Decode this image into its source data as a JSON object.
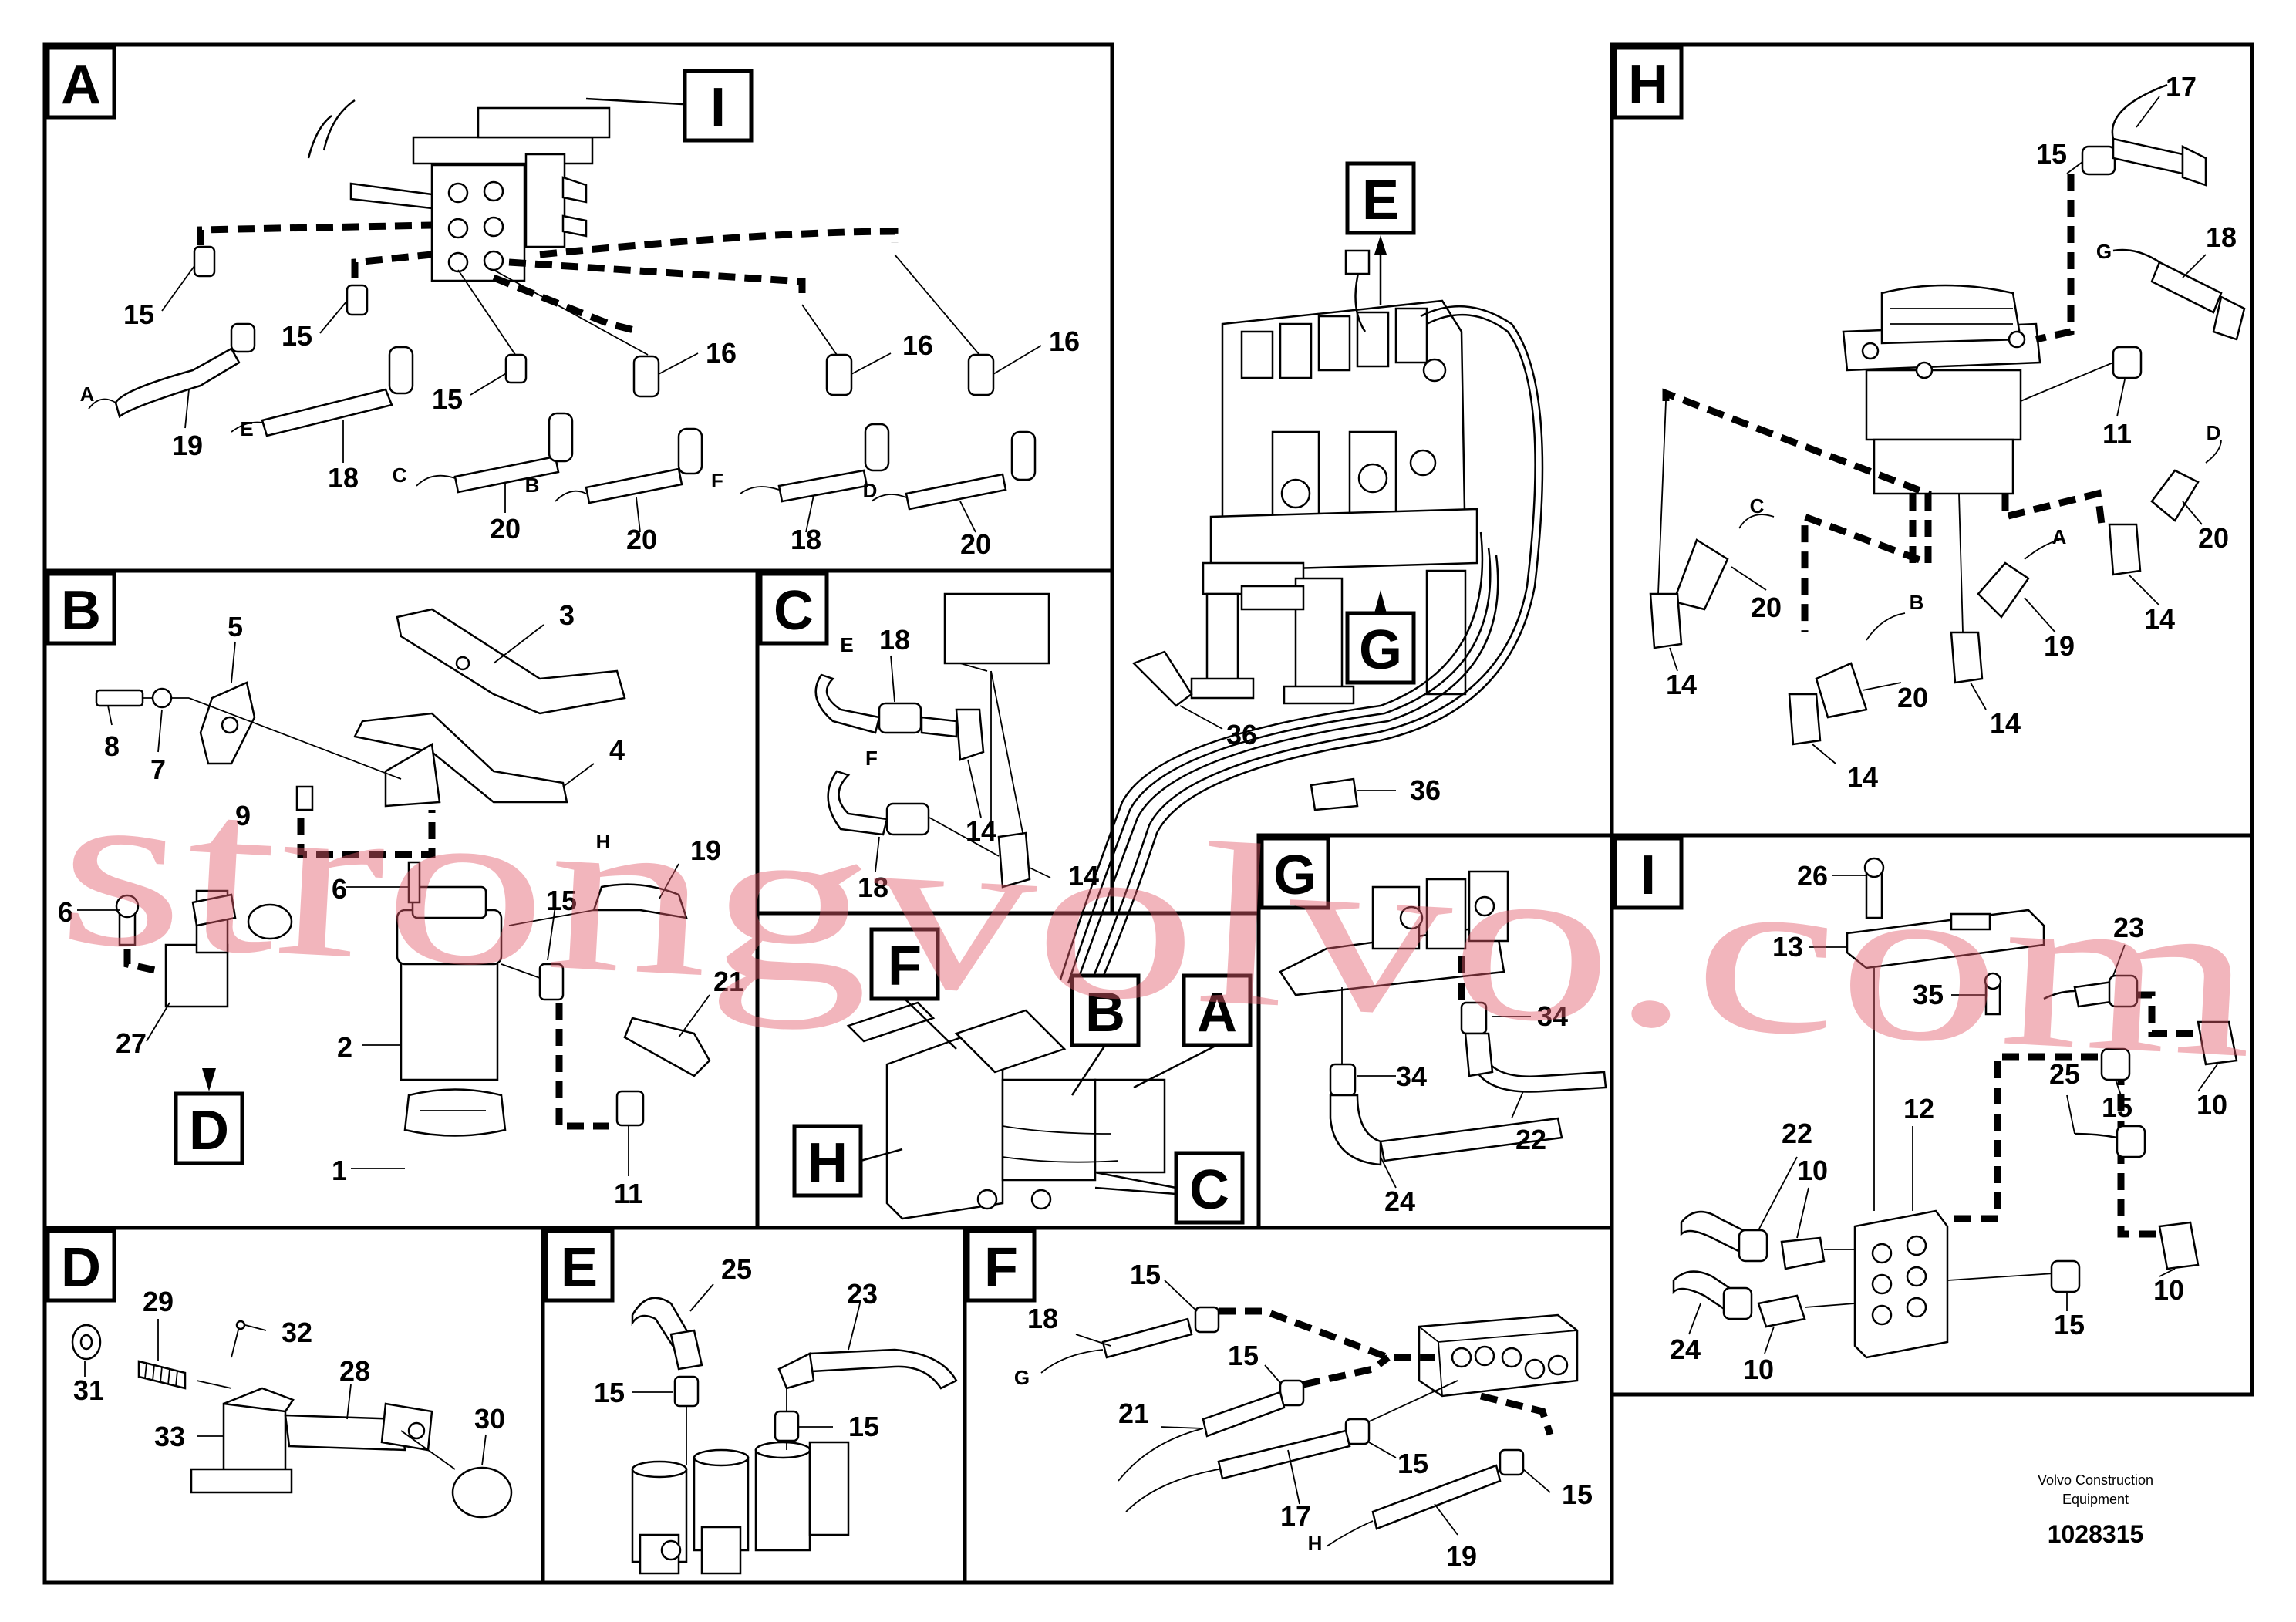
{
  "panels": {
    "A": {
      "tag": "A",
      "sub": "I",
      "labels": [
        "15",
        "15",
        "15",
        "16",
        "16",
        "16",
        "19",
        "18",
        "20",
        "20",
        "18",
        "20"
      ],
      "letters": [
        "A",
        "E",
        "C",
        "B",
        "F",
        "D"
      ]
    },
    "B": {
      "tag": "B",
      "sub": "D",
      "labels": [
        "5",
        "3",
        "4",
        "8",
        "7",
        "9",
        "6",
        "6",
        "15",
        "19",
        "21",
        "27",
        "2",
        "1",
        "11"
      ],
      "letters": [
        "H"
      ]
    },
    "C": {
      "tag": "C",
      "labels": [
        "18",
        "14",
        "18",
        "14"
      ],
      "letters": [
        "E",
        "F"
      ]
    },
    "main": {
      "tags": [
        "E",
        "G",
        "F",
        "B",
        "A",
        "H",
        "C"
      ],
      "labels": [
        "36",
        "36"
      ]
    },
    "H": {
      "tag": "H",
      "labels": [
        "17",
        "15",
        "18",
        "11",
        "20",
        "20",
        "20",
        "14",
        "19",
        "14",
        "14",
        "14"
      ],
      "letters": [
        "G",
        "C",
        "B",
        "A",
        "D"
      ]
    },
    "G": {
      "tag": "G",
      "labels": [
        "34",
        "34",
        "22",
        "24"
      ]
    },
    "I": {
      "tag": "I",
      "labels": [
        "26",
        "13",
        "23",
        "35",
        "25",
        "15",
        "10",
        "22",
        "10",
        "12",
        "24",
        "10",
        "15",
        "10"
      ]
    },
    "D": {
      "tag": "D",
      "labels": [
        "29",
        "32",
        "31",
        "28",
        "30",
        "33"
      ]
    },
    "E": {
      "tag": "E",
      "labels": [
        "25",
        "23",
        "15",
        "15"
      ]
    },
    "F": {
      "tag": "F",
      "labels": [
        "15",
        "18",
        "15",
        "21",
        "15",
        "17",
        "15",
        "19"
      ],
      "letters": [
        "G",
        "H"
      ]
    }
  },
  "footer": {
    "company_line1": "Volvo Construction",
    "company_line2": "Equipment",
    "drawing_number": "1028315"
  },
  "watermark": "strongvolvo.com"
}
